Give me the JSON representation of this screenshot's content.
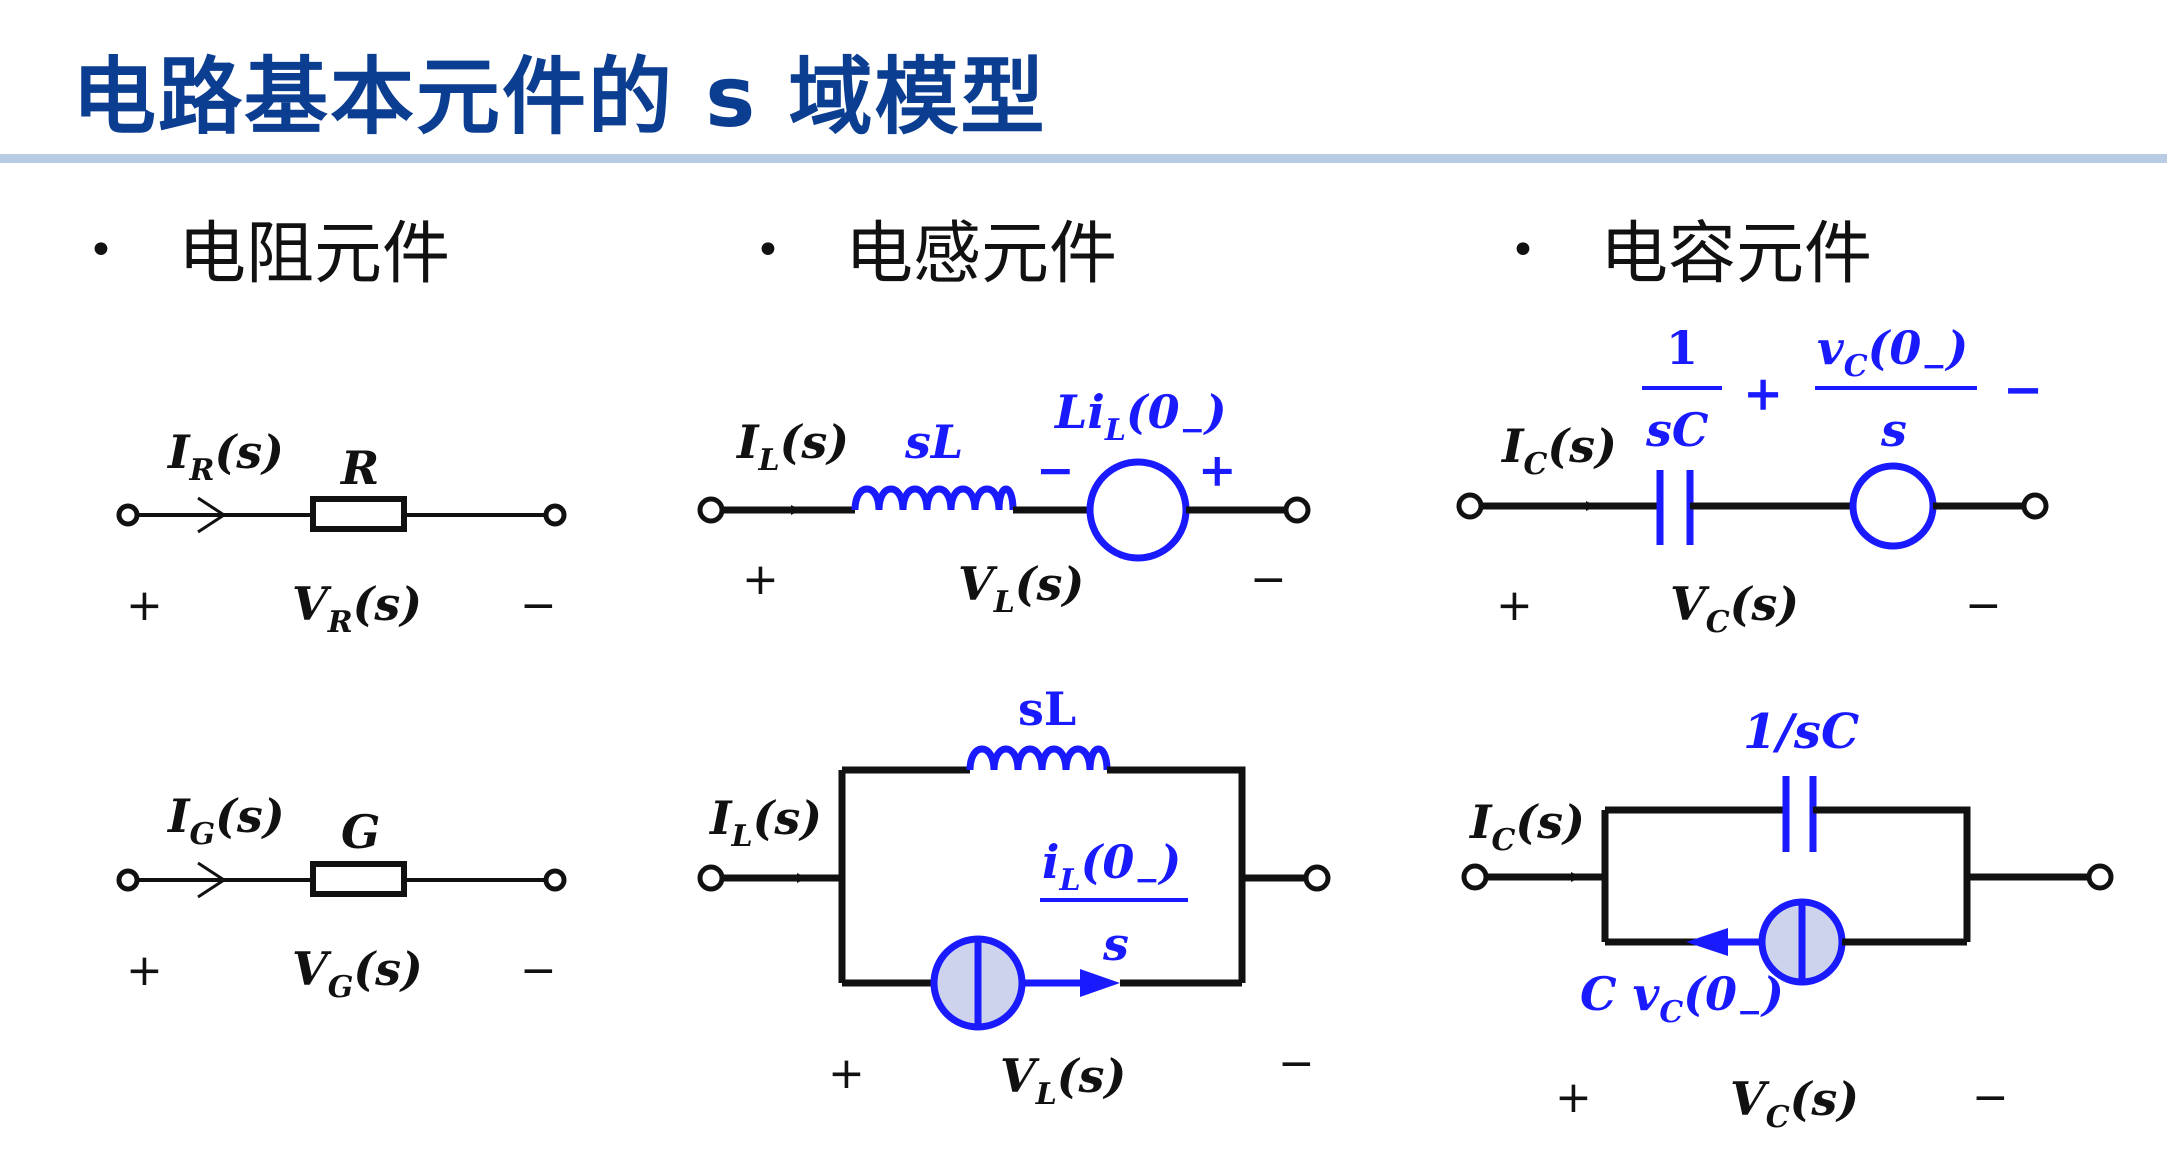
{
  "title": "电路基本元件的 s 域模型",
  "sections": [
    {
      "bullet": "•",
      "label": "电阻元件"
    },
    {
      "bullet": "•",
      "label": "电感元件"
    },
    {
      "bullet": "•",
      "label": "电容元件"
    }
  ],
  "colors": {
    "title": "#0b3d91",
    "rule": "#b8cce4",
    "blue": "#1a1aff",
    "black": "#111111",
    "source_fill": "#cdd3ec"
  },
  "resistor": {
    "series": {
      "current_main": "I",
      "current_sub": "R",
      "current_arg": "(s)",
      "element": "R",
      "voltage_main": "V",
      "voltage_sub": "R",
      "voltage_arg": "(s)",
      "plus": "+",
      "minus": "−"
    },
    "parallel": {
      "current_main": "I",
      "current_sub": "G",
      "current_arg": "(s)",
      "element": "G",
      "voltage_main": "V",
      "voltage_sub": "G",
      "voltage_arg": "(s)",
      "plus": "+",
      "minus": "−"
    }
  },
  "inductor": {
    "series": {
      "current_main": "I",
      "current_sub": "L",
      "current_arg": "(s)",
      "element": "sL",
      "source_a": "Li",
      "source_sub": "L",
      "source_b": "(0",
      "source_sub2": "−",
      "source_c": ")",
      "src_minus": "−",
      "src_plus": "+",
      "voltage_main": "V",
      "voltage_sub": "L",
      "voltage_arg": "(s)",
      "plus": "+",
      "minus": "−"
    },
    "parallel": {
      "current_main": "I",
      "current_sub": "L",
      "current_arg": "(s)",
      "element": "sL",
      "frac_a": "i",
      "frac_sub": "L",
      "frac_b": "(0",
      "frac_sub2": "−",
      "frac_c": ")",
      "frac_den": "s",
      "voltage_main": "V",
      "voltage_sub": "L",
      "voltage_arg": "(s)",
      "plus": "+",
      "minus": "−"
    }
  },
  "capacitor": {
    "series": {
      "current_main": "I",
      "current_sub": "C",
      "current_arg": "(s)",
      "frac1_num": "1",
      "frac1_den": "sC",
      "mid_plus": "+",
      "frac2_a": "v",
      "frac2_sub": "C",
      "frac2_b": "(0",
      "frac2_sub2": "−",
      "frac2_c": ")",
      "frac2_den": "s",
      "end_minus": "−",
      "voltage_main": "V",
      "voltage_sub": "C",
      "voltage_arg": "(s)",
      "plus": "+",
      "minus": "−"
    },
    "parallel": {
      "current_main": "I",
      "current_sub": "C",
      "current_arg": "(s)",
      "element": "1/sC",
      "src_a": "C v",
      "src_sub": "C",
      "src_b": "(0",
      "src_sub2": "−",
      "src_c": ")",
      "voltage_main": "V",
      "voltage_sub": "C",
      "voltage_arg": "(s)",
      "plus": "+",
      "minus": "−"
    }
  }
}
